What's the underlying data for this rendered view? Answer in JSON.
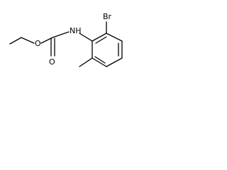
{
  "molecule": {
    "atoms": {
      "bromine": "Br",
      "nitrogen_hydrogen": "NH",
      "ester_oxygen": "O",
      "carbonyl_oxygen": "O"
    }
  }
}
